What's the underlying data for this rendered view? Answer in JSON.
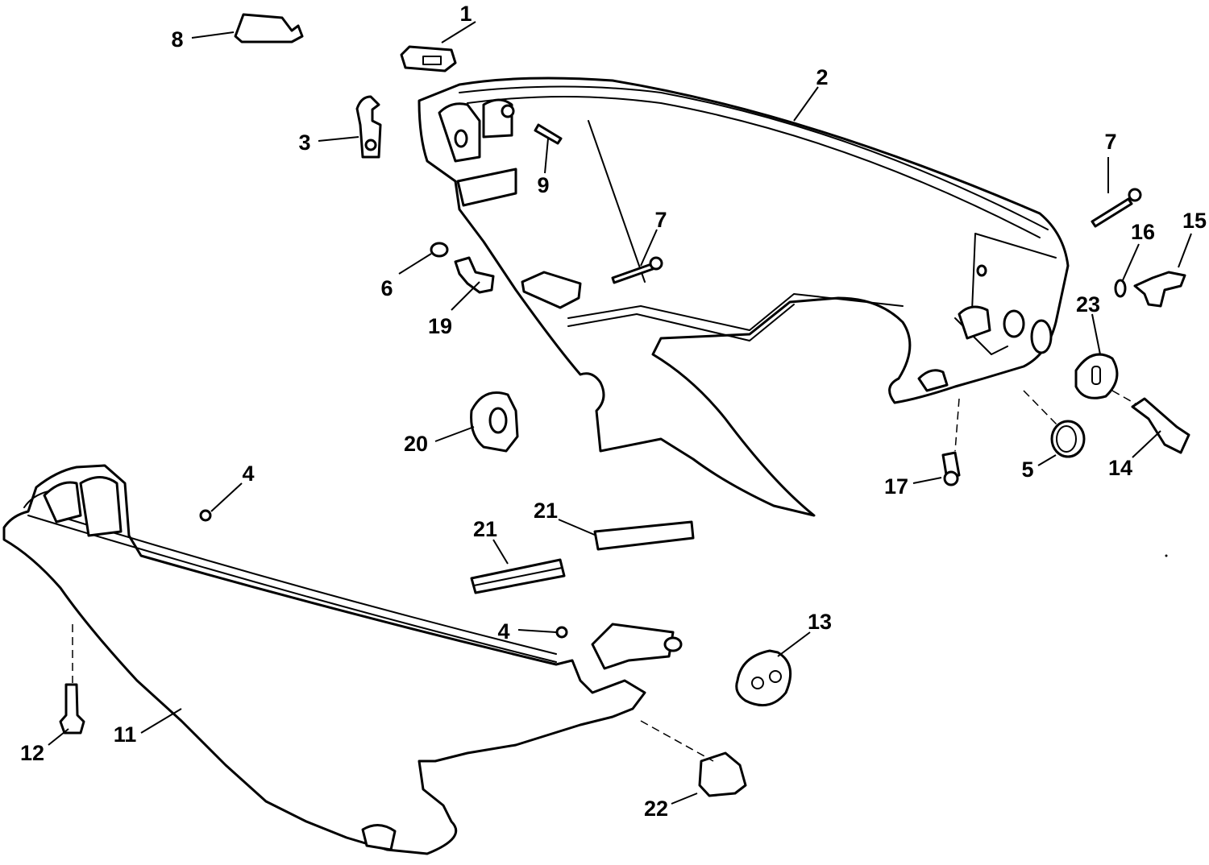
{
  "figure": {
    "callouts": [
      {
        "id": "c1",
        "label": "1"
      },
      {
        "id": "c2",
        "label": "2"
      },
      {
        "id": "c3",
        "label": "3"
      },
      {
        "id": "c4a",
        "label": "4"
      },
      {
        "id": "c4b",
        "label": "4"
      },
      {
        "id": "c5",
        "label": "5"
      },
      {
        "id": "c6",
        "label": "6"
      },
      {
        "id": "c7a",
        "label": "7"
      },
      {
        "id": "c7b",
        "label": "7"
      },
      {
        "id": "c8",
        "label": "8"
      },
      {
        "id": "c9",
        "label": "9"
      },
      {
        "id": "c11",
        "label": "11"
      },
      {
        "id": "c12",
        "label": "12"
      },
      {
        "id": "c13",
        "label": "13"
      },
      {
        "id": "c14",
        "label": "14"
      },
      {
        "id": "c15",
        "label": "15"
      },
      {
        "id": "c16",
        "label": "16"
      },
      {
        "id": "c17",
        "label": "17"
      },
      {
        "id": "c19",
        "label": "19"
      },
      {
        "id": "c20",
        "label": "20"
      },
      {
        "id": "c21a",
        "label": "21"
      },
      {
        "id": "c21b",
        "label": "21"
      },
      {
        "id": "c22",
        "label": "22"
      },
      {
        "id": "c23",
        "label": "23"
      }
    ]
  }
}
